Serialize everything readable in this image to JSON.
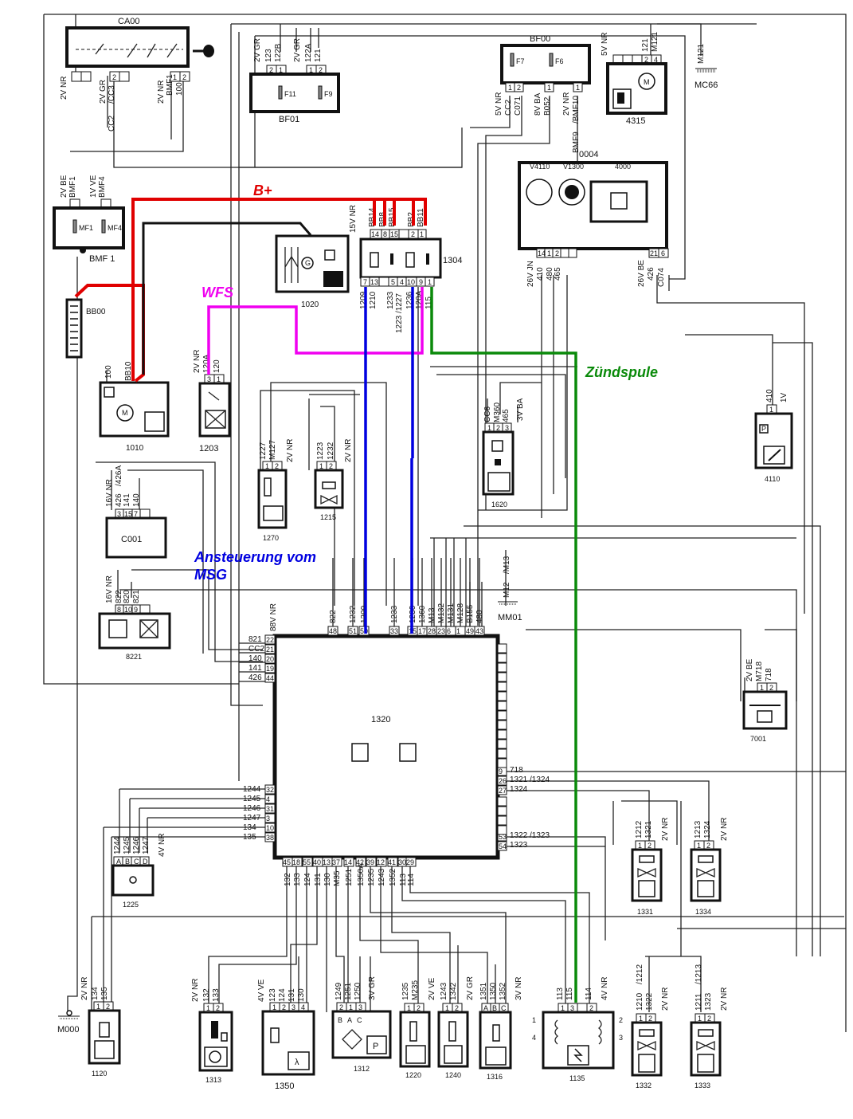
{
  "diagram": {
    "kind": "automotive engine management wiring diagram",
    "annotations": {
      "b_plus": {
        "text": "B+",
        "color": "#e00000"
      },
      "wfs": {
        "text": "WFS",
        "color": "#f000f0"
      },
      "zuendspule": {
        "text": "Zündspule",
        "color": "#0a8a0a"
      },
      "ansteuerung_line1": {
        "text": "Ansteuerung vom",
        "color": "#0000e0"
      },
      "ansteuerung_line2": {
        "text": "MSG",
        "color": "#0000e0"
      }
    },
    "components": {
      "CA00": {
        "label": "CA00",
        "conn_left": "2V NR",
        "conn_mid": "2V GR",
        "conn_mid_wire": "/CC3",
        "conn_mid_pin": "2",
        "conn_right": "2V NR",
        "conn_right_wires": [
          "BMF1",
          "100"
        ],
        "conn_right_pins": [
          "1",
          "2"
        ],
        "wire_cc2": "CC2"
      },
      "BF01": {
        "label": "BF01",
        "fuses": [
          "F11",
          "F9"
        ],
        "conn_a": "2V GR",
        "conn_a_wires": [
          "123",
          "122B"
        ],
        "conn_a_pins": [
          "2",
          "1"
        ],
        "conn_b": "2V GR",
        "conn_b_wires": [
          "122A",
          "121"
        ],
        "conn_b_pins": [
          "1",
          "2"
        ]
      },
      "BF00": {
        "label": "BF00",
        "fuses": [
          "F7",
          "F6"
        ],
        "conn_a": "5V NR",
        "conn_a_wires": [
          "CC2",
          "C071"
        ],
        "conn_a_pins": [
          "1",
          "2"
        ],
        "conn_b": "8V BA",
        "conn_b_wires": [
          "B052"
        ],
        "conn_b_pins": [
          "1"
        ],
        "conn_c": "2V NR",
        "conn_c_wires": [
          "/BMF10"
        ],
        "conn_c_pins": [
          "1"
        ],
        "splice_wire": "BMF9"
      },
      "4315": {
        "label": "4315",
        "conn": "5V NR",
        "wires": [
          "121",
          "M121"
        ],
        "pins": [
          "2",
          "4"
        ]
      },
      "MC66": {
        "label": "MC66",
        "wire": "M121"
      },
      "0004": {
        "label": "0004",
        "sub": [
          "V4110",
          "V1300",
          "4000"
        ],
        "conn_a": "26V JN",
        "conn_a_wires": [
          "410",
          "480",
          "465"
        ],
        "conn_a_pins": [
          "14",
          "1",
          "2"
        ],
        "conn_b": "26V BE",
        "conn_b_wires": [
          "426",
          "C074"
        ],
        "conn_b_pins": [
          "21",
          "6"
        ]
      },
      "BMF1": {
        "label": "BMF 1",
        "fuses": [
          "MF1",
          "MF4"
        ],
        "conn_a": "2V BE",
        "conn_a_wire": "BMF1",
        "conn_b": "1V VE",
        "conn_b_wire": "BMF4"
      },
      "BB00": {
        "label": "BB00"
      },
      "1304": {
        "label": "1304",
        "conn_top": "15V NR",
        "top_wires": [
          "BB14",
          "BB8",
          "BB15",
          "BB2",
          "BB11"
        ],
        "top_pins": [
          "14",
          "8",
          "15",
          "2",
          "1"
        ],
        "bottom_pins": [
          "7",
          "13",
          "5",
          "4",
          "10",
          "9",
          "1"
        ],
        "bottom_wires": [
          "1209",
          "1210",
          "1233",
          "/1227",
          "1236",
          "120A",
          "115"
        ],
        "extra_wire": "1223"
      },
      "1020": {
        "label": "1020"
      },
      "1010": {
        "label": "1010",
        "wires": [
          "100",
          "BB10"
        ]
      },
      "1203": {
        "label": "1203",
        "conn": "2V NR",
        "wires": [
          "120A",
          "120"
        ],
        "pins": [
          "3",
          "1"
        ]
      },
      "1270": {
        "label": "1270",
        "conn": "2V NR",
        "wires": [
          "1227",
          "M127"
        ],
        "pins": [
          "1",
          "2"
        ]
      },
      "1215": {
        "label": "1215",
        "conn": "2V NR",
        "wires": [
          "1223",
          "1232"
        ],
        "pins": [
          "1",
          "2"
        ]
      },
      "1620": {
        "label": "1620",
        "conn": "3V BA",
        "wires": [
          "CC6",
          "M360",
          "465"
        ],
        "pins": [
          "1",
          "2",
          "3"
        ]
      },
      "4110": {
        "label": "4110",
        "conn": "1V",
        "wires": [
          "410"
        ],
        "pins": [
          "1"
        ]
      },
      "C001": {
        "label": "C001",
        "conn": "16V NR",
        "wires": [
          "/426A",
          "426",
          "141",
          "140"
        ],
        "pins": [
          "3",
          "15",
          "7"
        ]
      },
      "8221": {
        "label": "8221",
        "conn": "16V NR",
        "wires": [
          "822",
          "820",
          "821"
        ],
        "pins": [
          "8",
          "10",
          "9"
        ]
      },
      "MM01": {
        "label": "MM01",
        "wires": [
          "M12",
          "/M13"
        ]
      },
      "1320": {
        "label": "1320",
        "top_conn": "88V NR",
        "top_pins": [
          "48",
          "51",
          "50",
          "33",
          "15",
          "17",
          "28",
          "23",
          "6",
          "1",
          "49",
          "43"
        ],
        "top_wires": [
          "822",
          "1232",
          "1209",
          "1233",
          "1236",
          "1360",
          "M13",
          "M132",
          "M131",
          "M128",
          "B155",
          "480"
        ],
        "left_upper_pins": [
          "22",
          "21",
          "20",
          "19",
          "44"
        ],
        "left_upper_wires": [
          "821",
          "CC2",
          "140",
          "141",
          "426"
        ],
        "left_lower_pins": [
          "32",
          "4",
          "31",
          "3",
          "10",
          "38"
        ],
        "left_lower_wires": [
          "1244",
          "1245",
          "1246",
          "1247",
          "134",
          "135"
        ],
        "right_pins": [
          "9",
          "26",
          "27",
          "53",
          "54"
        ],
        "right_wires": [
          "718",
          "1321 /1324",
          "1324",
          "1322 /1323",
          "1323"
        ],
        "bottom_pins": [
          "45",
          "18",
          "55",
          "40",
          "13",
          "37",
          "14",
          "42",
          "39",
          "12",
          "41",
          "30",
          "29"
        ],
        "bottom_wires": [
          "132",
          "133",
          "124",
          "131",
          "130",
          "M35",
          "1251",
          "1350A",
          "1235",
          "1243",
          "1352",
          "113",
          "114"
        ]
      },
      "7001": {
        "label": "7001",
        "conn": "2V BE",
        "wires": [
          "M718",
          "718"
        ],
        "pins": [
          "1",
          "2"
        ]
      },
      "1225": {
        "label": "1225",
        "conn": "4V NR",
        "wires": [
          "1244",
          "1245",
          "1246",
          "1247"
        ],
        "pins": [
          "A",
          "B",
          "C",
          "D"
        ]
      },
      "1331": {
        "label": "1331",
        "conn": "2V NR",
        "wires": [
          "1212",
          "1321"
        ],
        "pins": [
          "1",
          "2"
        ]
      },
      "1334": {
        "label": "1334",
        "conn": "2V NR",
        "wires": [
          "1213",
          "1324"
        ],
        "pins": [
          "1",
          "2"
        ]
      },
      "M000": {
        "label": "M000"
      },
      "1120": {
        "label": "1120",
        "conn": "2V NR",
        "wires": [
          "134",
          "135"
        ],
        "pins": [
          "1",
          "2"
        ]
      },
      "1313": {
        "label": "1313",
        "conn": "2V NR",
        "wires": [
          "132",
          "133"
        ],
        "pins": [
          "1",
          "2"
        ]
      },
      "1350": {
        "label": "1350",
        "conn": "4V VE",
        "wires": [
          "123",
          "124",
          "131",
          "130"
        ],
        "pins": [
          "1",
          "2",
          "3",
          "4"
        ]
      },
      "1312": {
        "label": "1312",
        "conn": "3V GR",
        "wires": [
          "1249",
          "1251",
          "1250"
        ],
        "pins": [
          "2",
          "1",
          "3"
        ],
        "inner": [
          "B",
          "A",
          "C",
          "P"
        ]
      },
      "1220": {
        "label": "1220",
        "conn": "2V VE",
        "wires": [
          "1235",
          "M235"
        ],
        "pins": [
          "1",
          "2"
        ]
      },
      "1240": {
        "label": "1240",
        "conn": "2V GR",
        "wires": [
          "1243",
          "1342"
        ],
        "pins": [
          "1",
          "2"
        ]
      },
      "1316": {
        "label": "1316",
        "conn": "3V NR",
        "wires": [
          "1351",
          "1350",
          "1352"
        ],
        "pins": [
          "A",
          "B",
          "C"
        ]
      },
      "1135": {
        "label": "1135",
        "conn": "4V NR",
        "wires": [
          "113",
          "115",
          "114"
        ],
        "pins": [
          "1",
          "3",
          "2"
        ],
        "outputs": [
          "1",
          "4",
          "2",
          "3"
        ]
      },
      "1332": {
        "label": "1332",
        "conn": "2V NR",
        "wires": [
          "1210",
          "/1212",
          "1322"
        ],
        "pins": [
          "1",
          "2"
        ]
      },
      "1333": {
        "label": "1333",
        "conn": "2V NR",
        "wires": [
          "1211",
          "/1213",
          "1323"
        ],
        "pins": [
          "1",
          "2"
        ]
      }
    }
  }
}
